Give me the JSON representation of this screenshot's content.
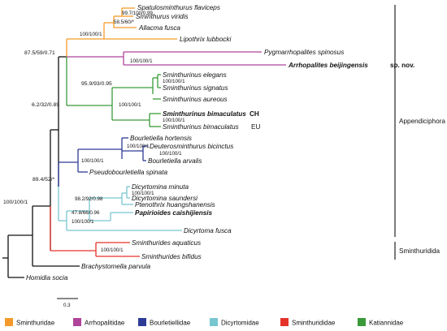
{
  "colors": {
    "sminthuridae": "#f39a2a",
    "arrhopalitidae": "#b0449a",
    "bourletiellidae": "#2e3b96",
    "dicyrtomidae": "#78c6d0",
    "sminthurididae": "#e5332a",
    "katiannidae": "#3a9a3a",
    "base": "#111111"
  },
  "taxa": {
    "t1": "Spatulosminthurus flaviceps",
    "t2": "Sminthurus viridis",
    "t3": "Allacma fusca",
    "t4": "Lipothrix lubbocki",
    "t5": "Pygmarrhopalites spinosus",
    "t6": "Arrhopalites beijingensis",
    "t6_suffix": "sp. nov.",
    "t7": "Sminthurinus elegans",
    "t8": "Sminthurinus signatus",
    "t9": "Sminthurinus aureous",
    "t10": "Sminthurinus bimaculatus",
    "t10_suffix": "CH",
    "t11": "Sminthurinus bimaculatus",
    "t11_suffix": "EU",
    "t12": "Bourletiella hortensis",
    "t13": "Deuterosminthurus bicinctus",
    "t14": "Bourletiella arvalis",
    "t15": "Pseudobourletiella spinata",
    "t16": "Dicyrtomina minuta",
    "t17": "Dicyrtomina saundersi",
    "t18": "Ptenothrix huangshanensis",
    "t19": "Papirioides caishijiensis",
    "t20": "Dicyrtoma fusca",
    "t21": "Sminthurides aquaticus",
    "t22": "Sminthurides bifidus",
    "t23": "Brachystomella parvula",
    "t24": "Homidia socia"
  },
  "supports": {
    "s_spat_smin": "99.7/100/0.99",
    "s_allacma": "58.5/60/*",
    "s_smin": "100/100/1",
    "s_appendroot": "87.5/59/0.71",
    "s_arrho": "100/100/1",
    "s_kat": "95.9/93/0.95",
    "s_elegans": "100/100/1",
    "s_sminthurinus": "100/100/1",
    "s_bimac": "100/100/1",
    "s_big": "6.2/32/0.89",
    "s_bour": "100/100/1",
    "s_deut": "100/100/1",
    "s_bour2": "100/100/1",
    "s_b_d": "89.4/52/*",
    "s_dicyr1": "100/100/1",
    "s_dicyr2": "98.2/92/0.98",
    "s_ptenothrix": "47.8/66/0.96",
    "s_papirioides": "100/100/1",
    "s_append": "100/100/1",
    "s_sminthurides": "100/100/1"
  },
  "groups": {
    "appendiciphora": "Appendiciphora",
    "sminthuridida": "Sminthuridida"
  },
  "scale_label": "0.3",
  "legend": [
    {
      "label": "Sminthuridae",
      "color": "#f39a2a"
    },
    {
      "label": "Arrhopalitidae",
      "color": "#b0449a"
    },
    {
      "label": "Bourletiellidae",
      "color": "#2e3b96"
    },
    {
      "label": "Dicyrtomidae",
      "color": "#78c6d0"
    },
    {
      "label": "Sminthurididae",
      "color": "#e5332a"
    },
    {
      "label": "Katiannidae",
      "color": "#3a9a3a"
    }
  ]
}
